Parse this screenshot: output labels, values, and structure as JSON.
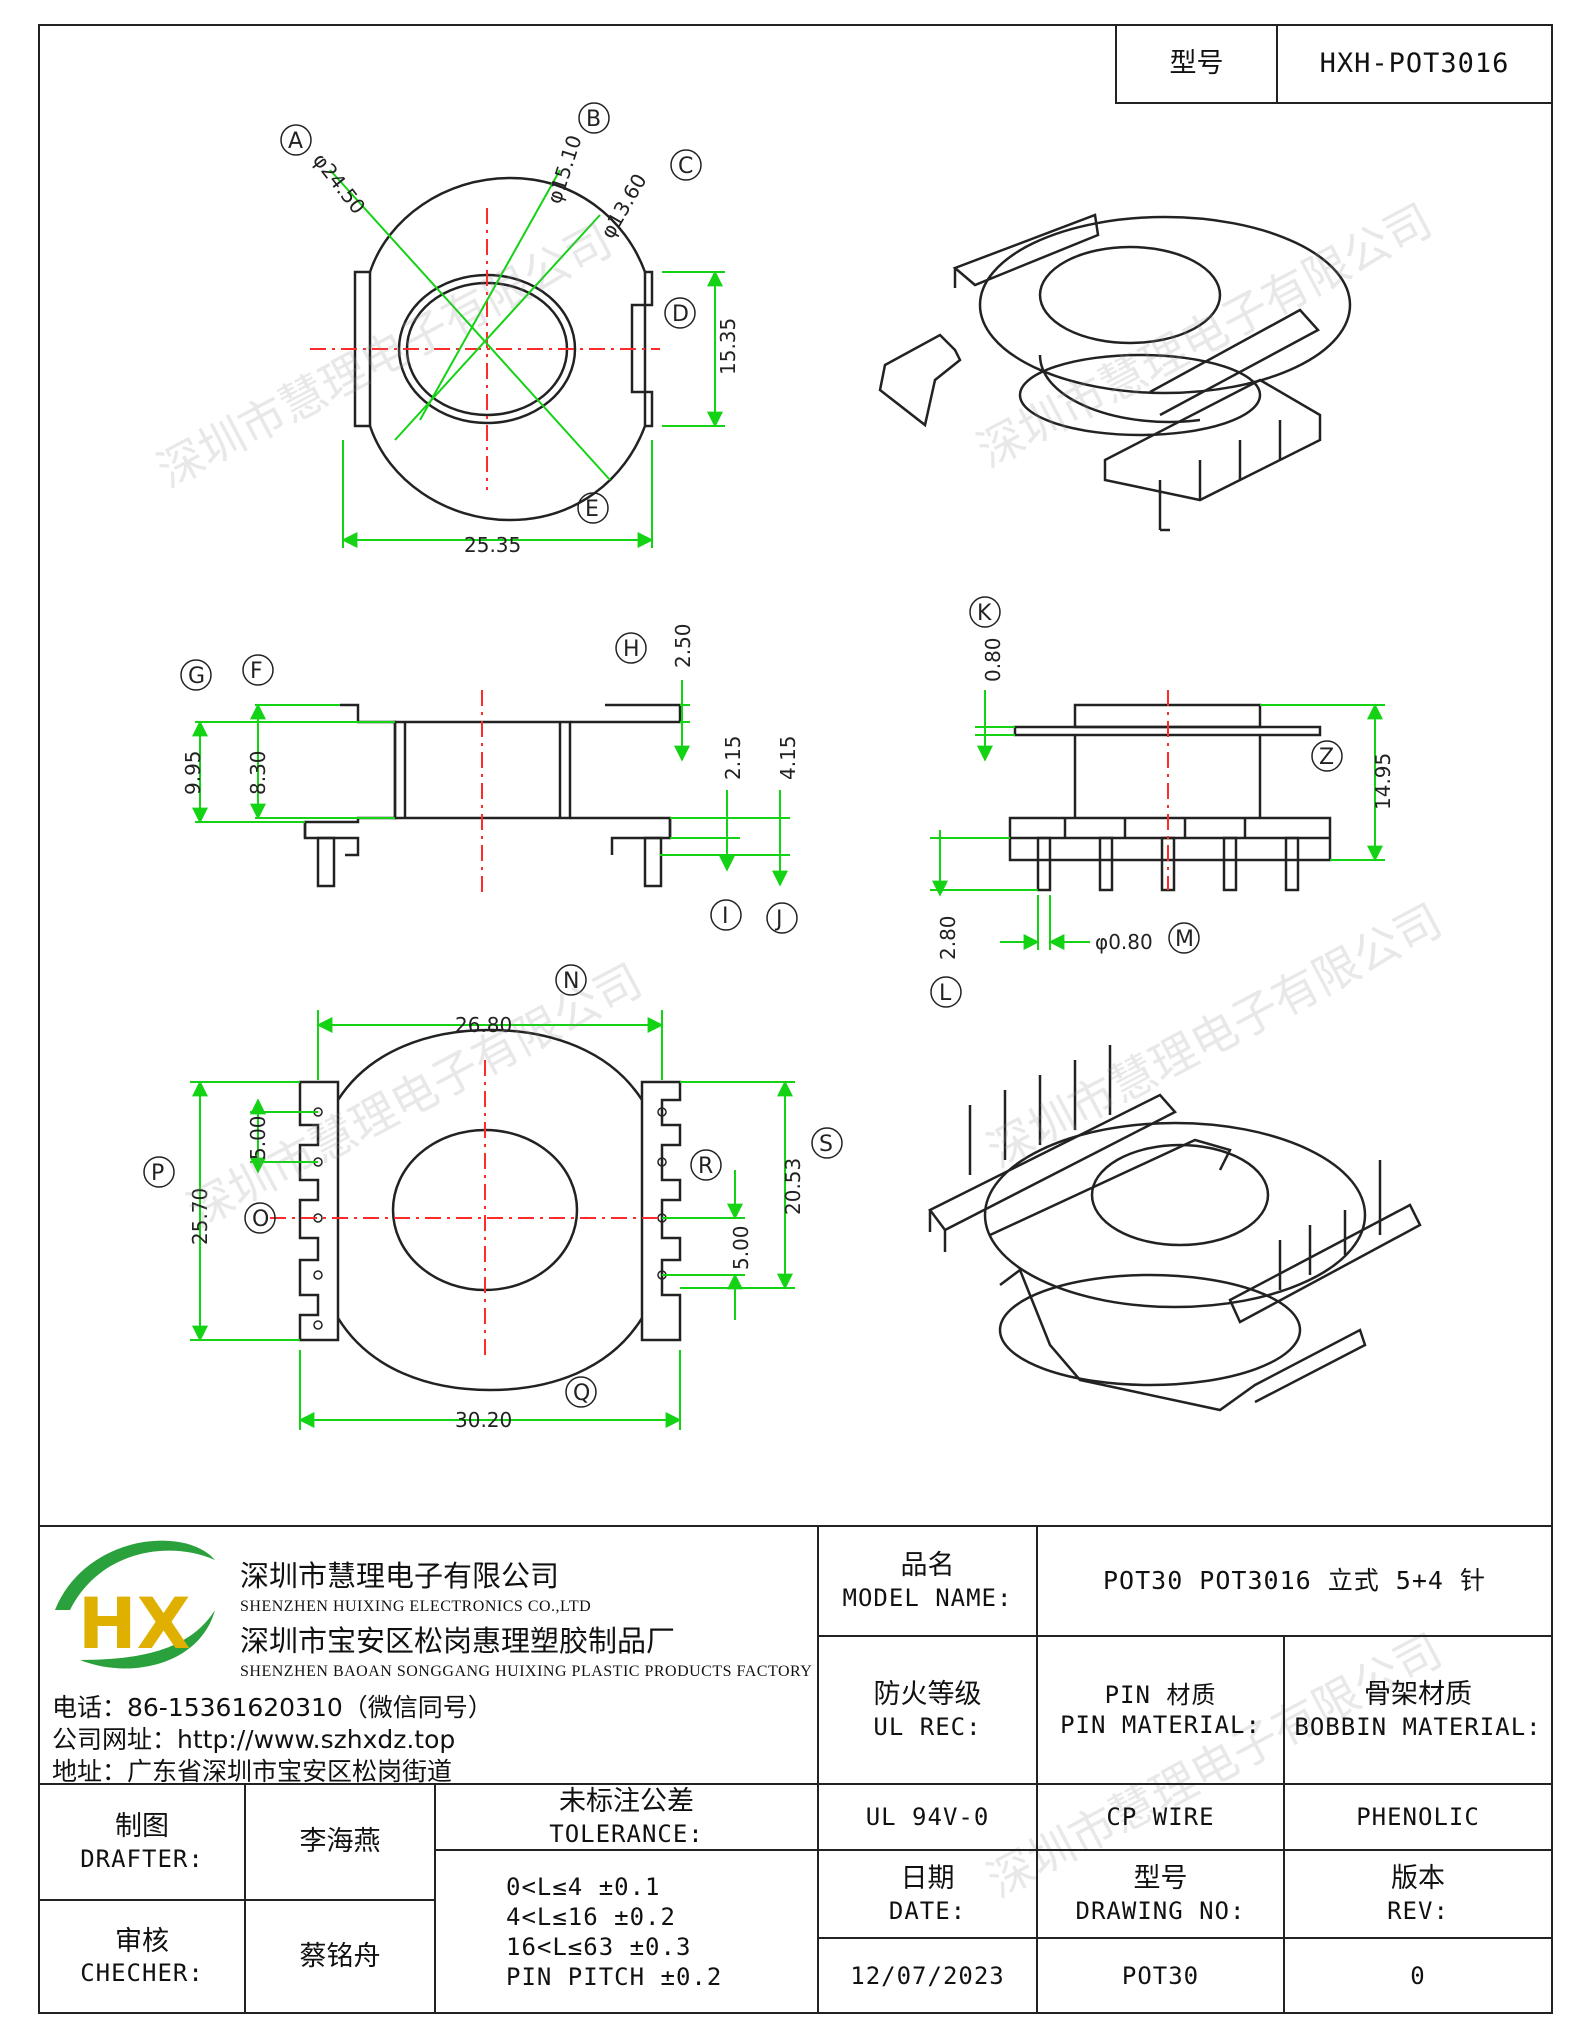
{
  "header": {
    "model_label": "型号",
    "model_value": "HXH-POT3016"
  },
  "colors": {
    "dimension": "#14d214",
    "centerline": "#ff2a2a",
    "outline": "#222222"
  },
  "watermark": "深圳市慧理电子有限公司",
  "views": {
    "top": {
      "labels": [
        "A",
        "B",
        "C",
        "D",
        "E"
      ],
      "dims": {
        "A": "φ24.50",
        "B": "φ15.10",
        "C": "φ13.60",
        "D": "15.35",
        "width": "25.35"
      }
    },
    "front": {
      "labels": [
        "G",
        "F",
        "H",
        "I",
        "J"
      ],
      "dims": {
        "G": "9.95",
        "F": "8.30",
        "H": "2.50",
        "I": "2.15",
        "J": "4.15"
      }
    },
    "side": {
      "labels": [
        "K",
        "Z",
        "L",
        "M"
      ],
      "dims": {
        "K": "0.80",
        "Z": "14.95",
        "L": "2.80",
        "M": "φ0.80"
      }
    },
    "bottom": {
      "labels": [
        "N",
        "P",
        "O",
        "S",
        "R",
        "Q"
      ],
      "dims": {
        "N": "26.80",
        "P": "25.70",
        "O": "5.00",
        "S": "20.53",
        "R": "5.00",
        "Q": "30.20"
      }
    }
  },
  "company": {
    "logo_text": "HX",
    "name_zh": "深圳市慧理电子有限公司",
    "name_en": "SHENZHEN HUIXING ELECTRONICS CO.,LTD",
    "factory_zh": "深圳市宝安区松岗惠理塑胶制品厂",
    "factory_en": "SHENZHEN BAOAN SONGGANG HUIXING PLASTIC PRODUCTS FACTORY",
    "phone": "电话：86-15361620310（微信同号）",
    "website": "公司网址：http://www.szhxdz.top",
    "address": "地址：广东省深圳市宝安区松岗街道"
  },
  "title_block": {
    "model_name_label_zh": "品名",
    "model_name_label_en": "MODEL NAME:",
    "model_name_value": "POT30 POT3016 立式 5+4 针",
    "ul_label_zh": "防火等级",
    "ul_label_en": "UL REC:",
    "ul_value": "UL 94V-0",
    "pin_label_zh": "PIN 材质",
    "pin_label_en": "PIN MATERIAL:",
    "pin_value": "CP WIRE",
    "bobbin_label_zh": "骨架材质",
    "bobbin_label_en": "BOBBIN MATERIAL:",
    "bobbin_value": "PHENOLIC",
    "drafter_label_zh": "制图",
    "drafter_label_en": "DRAFTER:",
    "drafter_value": "李海燕",
    "checker_label_zh": "审核",
    "checker_label_en": "CHECHER:",
    "checker_value": "蔡铭舟",
    "tolerance_label_zh": "未标注公差",
    "tolerance_label_en": "TOLERANCE:",
    "tolerances": [
      "0<L≤4  ±0.1",
      "4<L≤16 ±0.2",
      "16<L≤63 ±0.3",
      "PIN PITCH ±0.2"
    ],
    "date_label_zh": "日期",
    "date_label_en": "DATE:",
    "date_value": "12/07/2023",
    "drawing_no_label_zh": "型号",
    "drawing_no_label_en": "DRAWING NO:",
    "drawing_no_value": "POT30",
    "rev_label_zh": "版本",
    "rev_label_en": "REV:",
    "rev_value": "0"
  }
}
